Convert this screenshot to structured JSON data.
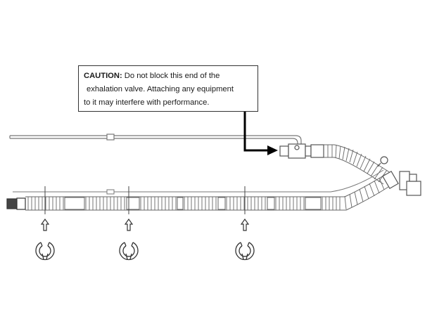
{
  "caution": {
    "heading": "CAUTION:",
    "line1": " Do not block this end of the",
    "line2": "exhalation valve. Attaching any equipment",
    "line3": "to it may interfere with performance."
  },
  "colors": {
    "ink": "#333333",
    "tube_stroke": "#555555",
    "arrow": "#000000",
    "background": "#ffffff"
  },
  "icons": [
    "up-arrow-icon",
    "circuit-clip-icon"
  ]
}
